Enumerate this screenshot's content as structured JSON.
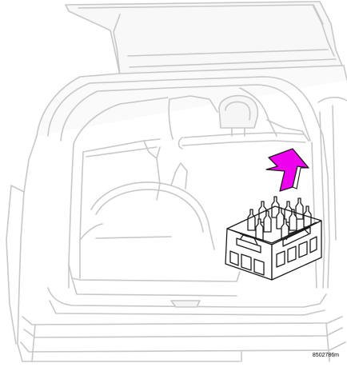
{
  "figure": {
    "reference_code": "8502786m",
    "colors": {
      "background": "#ffffff",
      "line_art": "#c8c8c8",
      "line_art_fill": "#f4f4f4",
      "object_line": "#1a1a1a",
      "arrow": "#ee00ee",
      "arrow_outline": "#1a1a1a"
    },
    "elements": {
      "vehicle": "car-rear-cargo-area",
      "object": "bottle-crate",
      "indicator": "lift-direction-arrow"
    }
  }
}
